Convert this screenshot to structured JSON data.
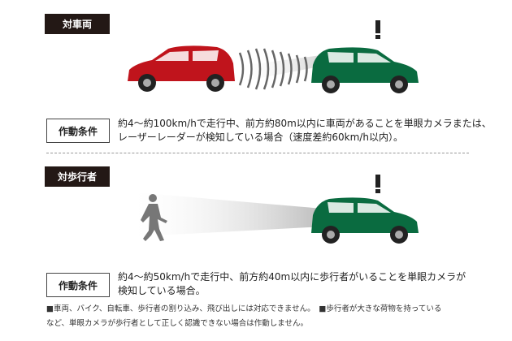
{
  "vehicle_section": {
    "tag": "対車両",
    "condition_label": "作動条件",
    "condition_lines": [
      "約4～約100km/hで走行中、前方約80m以内に車両があることを単眼カメラまたは、",
      "レーザーレーダーが検知している場合（速度差約60km/h以内）。"
    ]
  },
  "pedestrian_section": {
    "tag": "対歩行者",
    "condition_label": "作動条件",
    "condition_lines": [
      "約4～約50km/hで走行中、前方約40m以内に歩行者がいることを単眼カメラが",
      "検知している場合。"
    ]
  },
  "notes": [
    "■車両、バイク、自転車、歩行者の割り込み、飛び出しには対応できません。　■歩行者が大きな荷物を持っている",
    "など、単眼カメラが歩行者として正しく認識できない場合は作動しません。"
  ],
  "colors": {
    "red_car": "#c0141c",
    "green_car": "#0a6b40",
    "tag_bg": "#231815"
  }
}
